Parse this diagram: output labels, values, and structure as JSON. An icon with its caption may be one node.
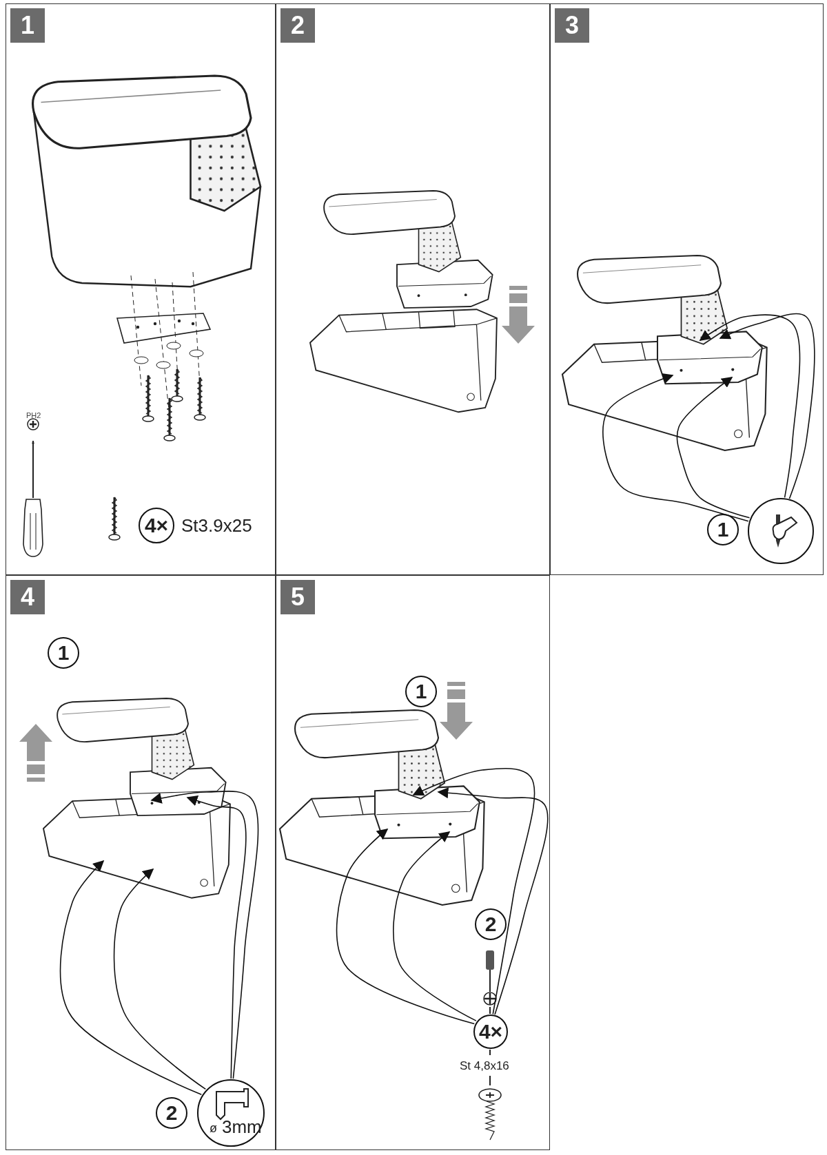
{
  "diagram": {
    "nodes": [
      {
        "text": [
          "1"
        ]
      },
      {
        "text": [
          "2"
        ]
      },
      {
        "text": [
          "3"
        ]
      },
      {
        "text": [
          "4"
        ]
      },
      {
        "text": [
          "5"
        ]
      },
      {
        "text": [
          "4×"
        ],
        "in": 0,
        "beside": [
          "St3.9x25"
        ]
      },
      {
        "text": [
          "1"
        ],
        "in": 2
      },
      {
        "text": [],
        "shape": "circle",
        "in": 2
      },
      {
        "text": [
          "1"
        ],
        "in": 3
      },
      {
        "text": [
          "2"
        ],
        "in": 3
      },
      {
        "text": [
          "ø",
          "3mm"
        ],
        "in": 3
      },
      {
        "text": [
          "1"
        ],
        "in": 4
      },
      {
        "text": [
          "2"
        ],
        "in": 4
      },
      {
        "text": [
          "4×"
        ],
        "in": 4,
        "beside": [
          "St 4,8x16"
        ]
      },
      {
        "text": [],
        "shape": "picture",
        "in": 2
      },
      {
        "text": [],
        "shape": "picture",
        "in": 3
      },
      {
        "text": [],
        "shape": "picture",
        "in": 4
      }
    ],
    "edges": [
      {
        "from": 7,
        "to": 14,
        "arrow": "to"
      },
      {
        "from": 7,
        "to": 14,
        "arrow": "to"
      },
      {
        "from": 7,
        "to": 14,
        "arrow": "to"
      },
      {
        "from": 7,
        "to": 14,
        "arrow": "to"
      },
      {
        "from": 10,
        "to": 15,
        "arrow": "to"
      },
      {
        "from": 10,
        "to": 15,
        "arrow": "to"
      },
      {
        "from": 10,
        "to": 15,
        "arrow": "to"
      },
      {
        "from": 10,
        "to": 15,
        "arrow": "to"
      },
      {
        "from": 13,
        "to": 16,
        "arrow": "to"
      },
      {
        "from": 13,
        "to": 16,
        "arrow": "to"
      },
      {
        "from": 13,
        "to": 16,
        "arrow": "to"
      },
      {
        "from": 13,
        "to": 16,
        "arrow": "to"
      }
    ],
    "labels": [
      "PH2"
    ]
  }
}
